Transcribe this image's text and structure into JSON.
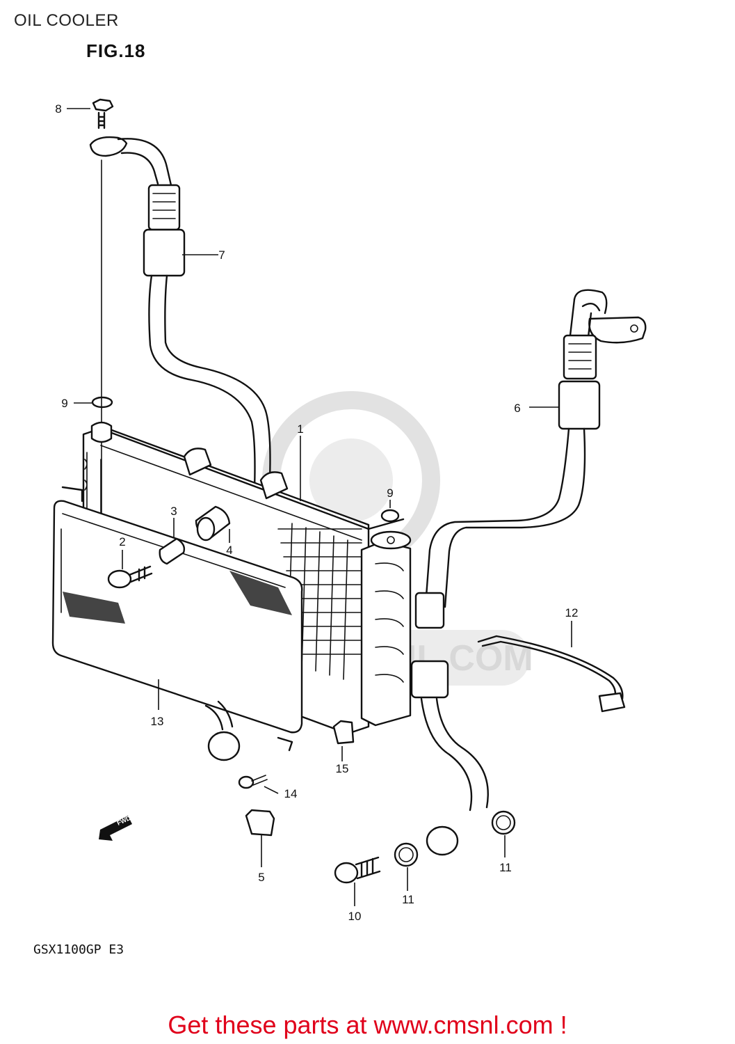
{
  "header": {
    "title": "OIL COOLER",
    "figure": "FIG.18"
  },
  "footer": {
    "model_code": "GSX1100GP  E3",
    "promo": "Get these parts at www.cmsnl.com !"
  },
  "watermark": {
    "text": "WWW.CMSNL.COM"
  },
  "direction_marker": {
    "text": "FWD"
  },
  "callouts": [
    "1",
    "2",
    "3",
    "4",
    "5",
    "6",
    "7",
    "8",
    "9",
    "9",
    "10",
    "11",
    "11",
    "12",
    "13",
    "14",
    "15"
  ],
  "colors": {
    "ink": "#111111",
    "promo": "#e0001a",
    "watermark": "#d8d8d8"
  }
}
